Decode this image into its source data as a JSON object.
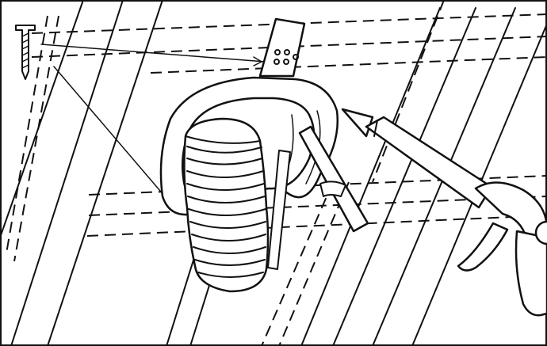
{
  "figure": {
    "type": "line-art technical illustration",
    "background": "#ffffff",
    "ink": "#111111"
  },
  "parts": [
    {
      "id": "screw",
      "icon": "screw-icon"
    },
    {
      "id": "flex-duct",
      "icon": "flex-duct-icon"
    },
    {
      "id": "mounting-flange",
      "icon": "flange-icon"
    },
    {
      "id": "caulk-gun",
      "icon": "caulk-gun-icon"
    },
    {
      "id": "joists",
      "icon": "joist-icon"
    }
  ]
}
